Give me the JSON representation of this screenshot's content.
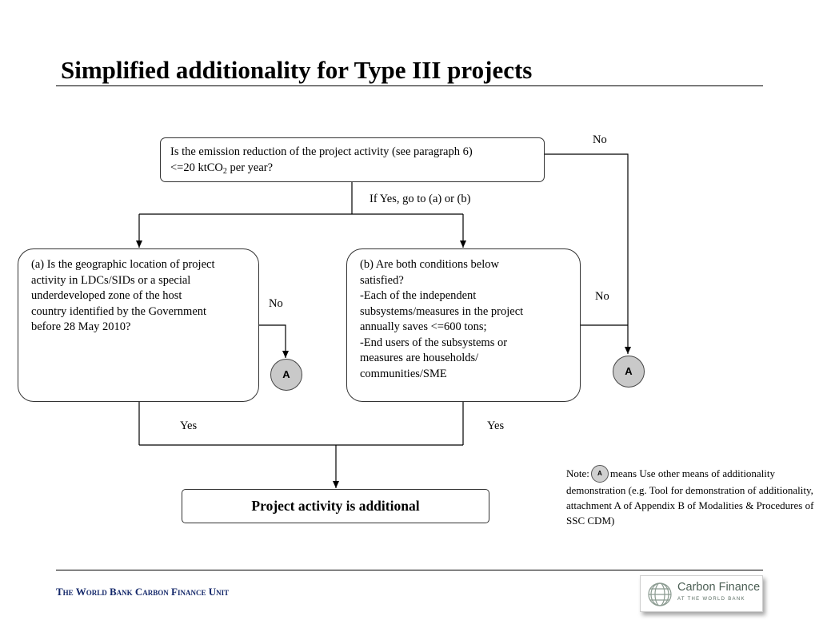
{
  "slide": {
    "title": "Simplified additionality for Type III projects"
  },
  "flowchart": {
    "start_question": {
      "line1": "Is the emission reduction of the project activity (see paragraph 6)",
      "line2_pre": "<=20 ktCO",
      "line2_sub": "2",
      "line2_post": " per year?"
    },
    "label_no_top": "No",
    "label_if_yes": "If Yes, go to (a) or (b)",
    "question_a": {
      "lines": [
        "(a) Is the geographic location of project",
        "activity in LDCs/SIDs or a special",
        "underdeveloped zone of the host",
        "country identified by the Government",
        "before 28 May 2010?"
      ]
    },
    "question_b": {
      "lines": [
        "(b) Are both conditions below",
        "satisfied?",
        "-Each of the independent",
        "subsystems/measures in the project",
        "annually saves <=600 tons;",
        "-End users of the subsystems or",
        "measures are households/",
        "communities/SME"
      ]
    },
    "label_no_a": "No",
    "label_no_b": "No",
    "label_yes_a": "Yes",
    "label_yes_b": "Yes",
    "connector_a_left": "A",
    "connector_a_right": "A",
    "result": "Project activity is additional"
  },
  "note": {
    "prefix": "Note:",
    "connector": "A",
    "text": "means Use other means of additionality demonstration (e.g. Tool for demonstration of additionality, attachment A of Appendix B of Modalities & Procedures of  SSC CDM)"
  },
  "footer": {
    "text": "The World Bank Carbon Finance Unit"
  },
  "logo": {
    "name": "Carbon Finance",
    "tagline": "AT THE WORLD BANK"
  },
  "colors": {
    "footer_text": "#14286a",
    "connector_fill": "#c9c9c9",
    "logo_text": "#4c5f55"
  }
}
